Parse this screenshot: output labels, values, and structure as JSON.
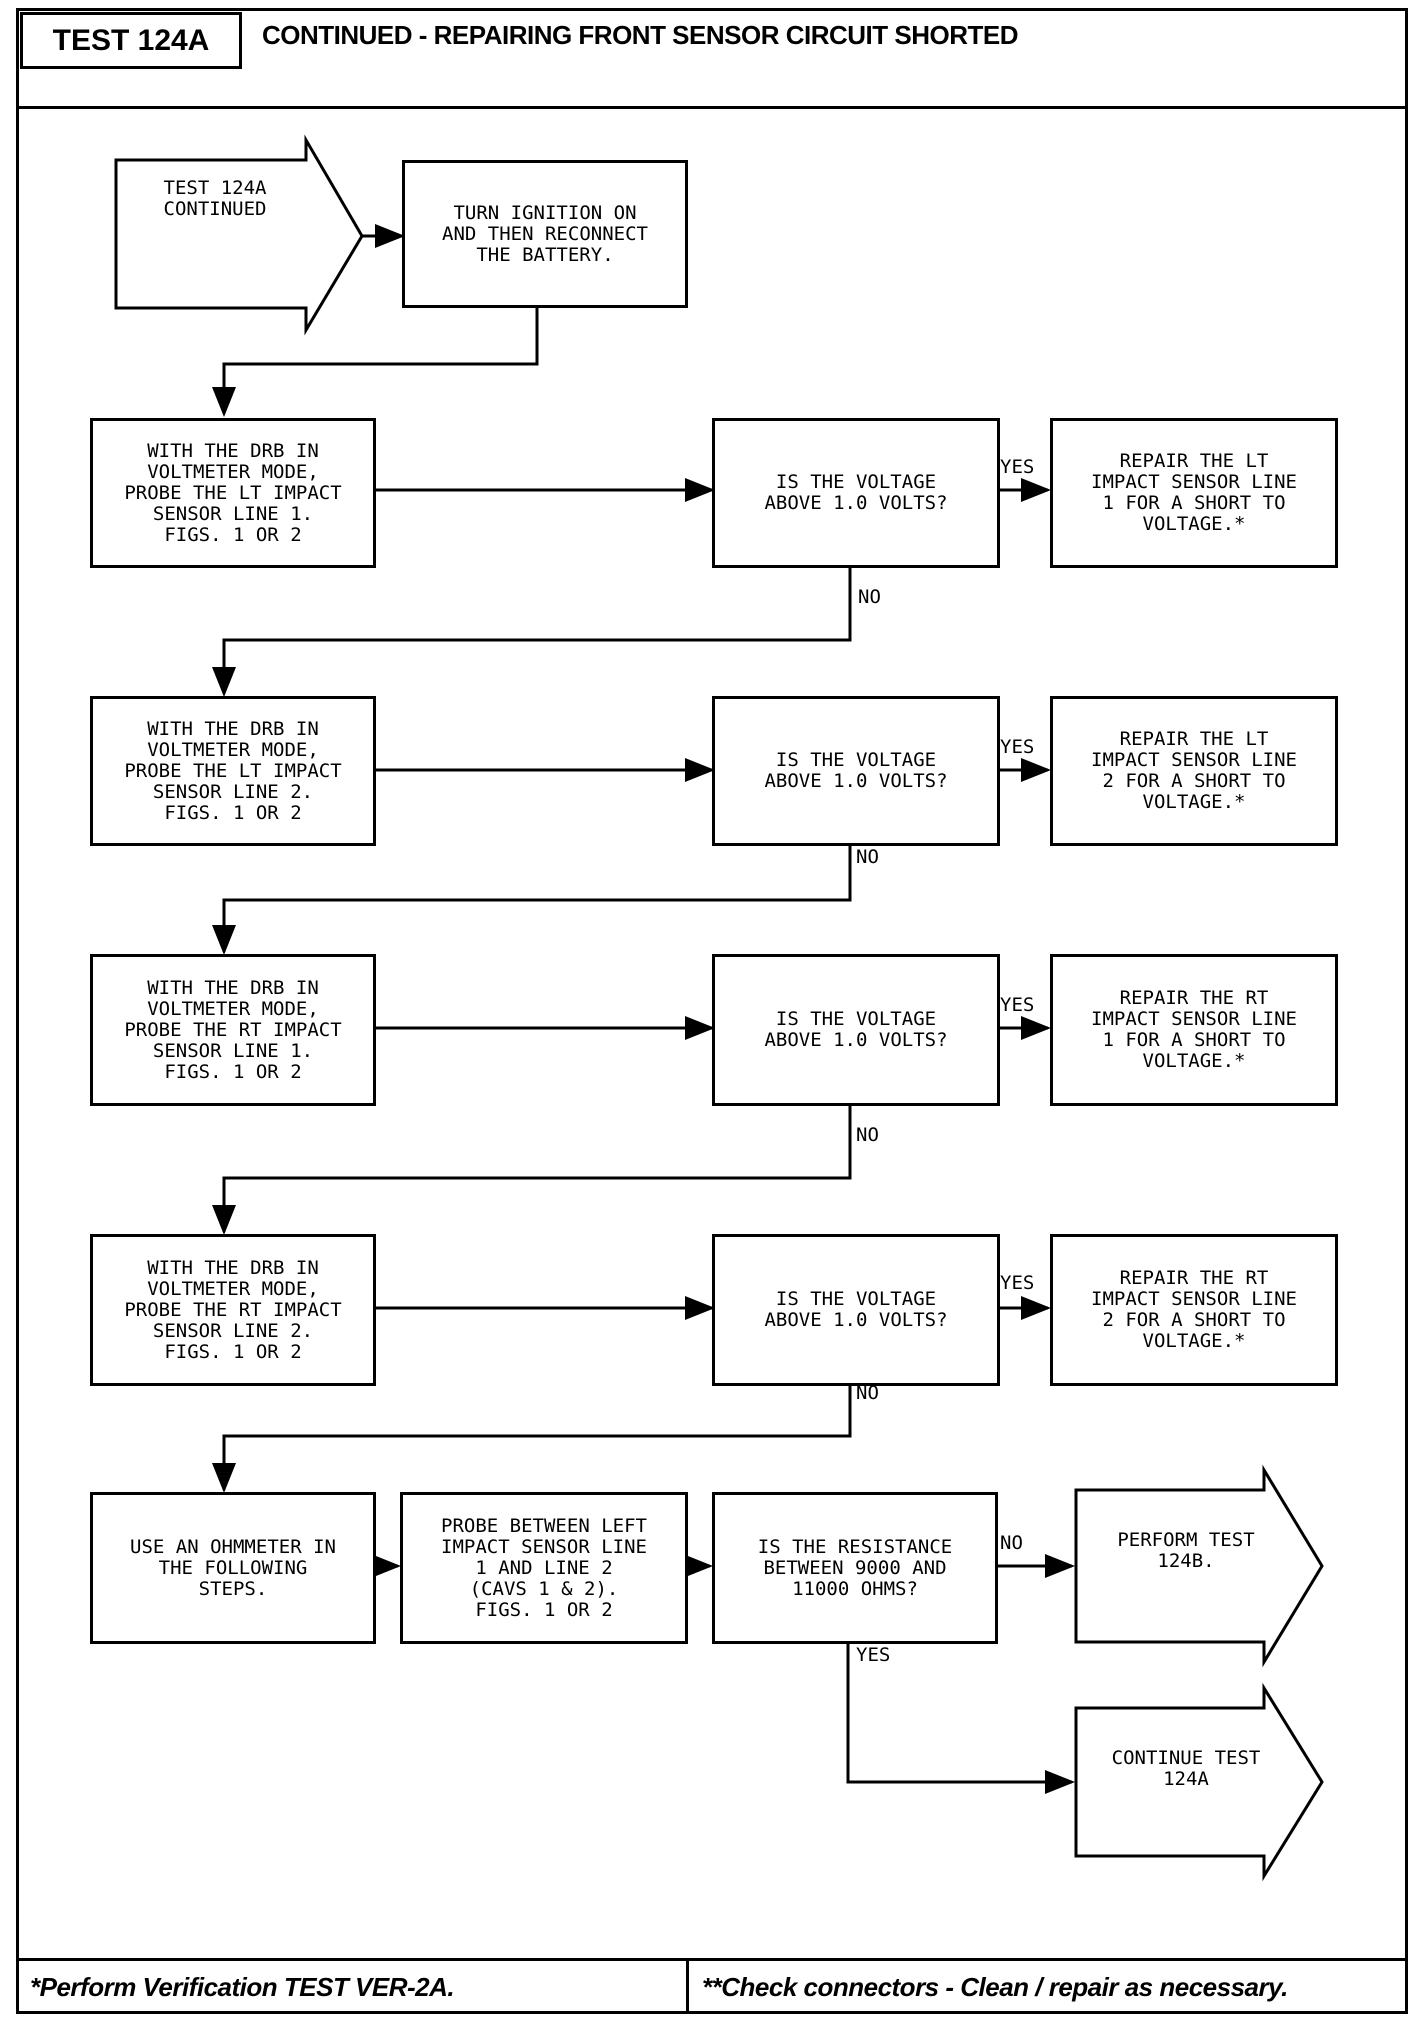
{
  "header": {
    "test_id": "TEST 124A",
    "title": "CONTINUED - REPAIRING FRONT SENSOR CIRCUIT SHORTED"
  },
  "flow": {
    "start": "TEST 124A\nCONTINUED",
    "turn_ignition": "TURN IGNITION ON\nAND THEN RECONNECT\nTHE BATTERY.",
    "probe_lt1": "WITH THE DRB IN\nVOLTMETER MODE,\nPROBE THE LT IMPACT\nSENSOR LINE 1.\nFIGS. 1 OR 2",
    "probe_lt2": "WITH THE DRB IN\nVOLTMETER MODE,\nPROBE THE LT IMPACT\nSENSOR LINE 2.\nFIGS. 1 OR 2",
    "probe_rt1": "WITH THE DRB IN\nVOLTMETER MODE,\nPROBE THE RT IMPACT\nSENSOR LINE 1.\nFIGS. 1 OR 2",
    "probe_rt2": "WITH THE DRB IN\nVOLTMETER MODE,\nPROBE THE RT IMPACT\nSENSOR LINE 2.\nFIGS. 1 OR 2",
    "question_voltage": "IS THE VOLTAGE\nABOVE 1.0 VOLTS?",
    "repair_lt1": "REPAIR THE LT\nIMPACT SENSOR LINE\n1 FOR A SHORT TO\nVOLTAGE.*",
    "repair_lt2": "REPAIR THE LT\nIMPACT SENSOR LINE\n2 FOR A SHORT TO\nVOLTAGE.*",
    "repair_rt1": "REPAIR THE RT\nIMPACT SENSOR LINE\n1 FOR A SHORT TO\nVOLTAGE.*",
    "repair_rt2": "REPAIR THE RT\nIMPACT SENSOR LINE\n2 FOR A SHORT TO\nVOLTAGE.*",
    "ohmmeter": "USE AN OHMMETER IN\nTHE FOLLOWING\nSTEPS.",
    "probe_between": "PROBE BETWEEN LEFT\nIMPACT SENSOR LINE\n1 AND LINE 2\n(CAVS 1 & 2).\nFIGS. 1 OR 2",
    "question_resistance": "IS THE RESISTANCE\nBETWEEN 9000 AND\n11000 OHMS?",
    "perform_124b": "PERFORM TEST\n124B.",
    "continue_124a": "CONTINUE TEST\n124A",
    "yes": "YES",
    "no": "NO"
  },
  "footer": {
    "left": "*Perform Verification TEST VER-2A.",
    "right": "**Check connectors - Clean / repair as necessary."
  }
}
